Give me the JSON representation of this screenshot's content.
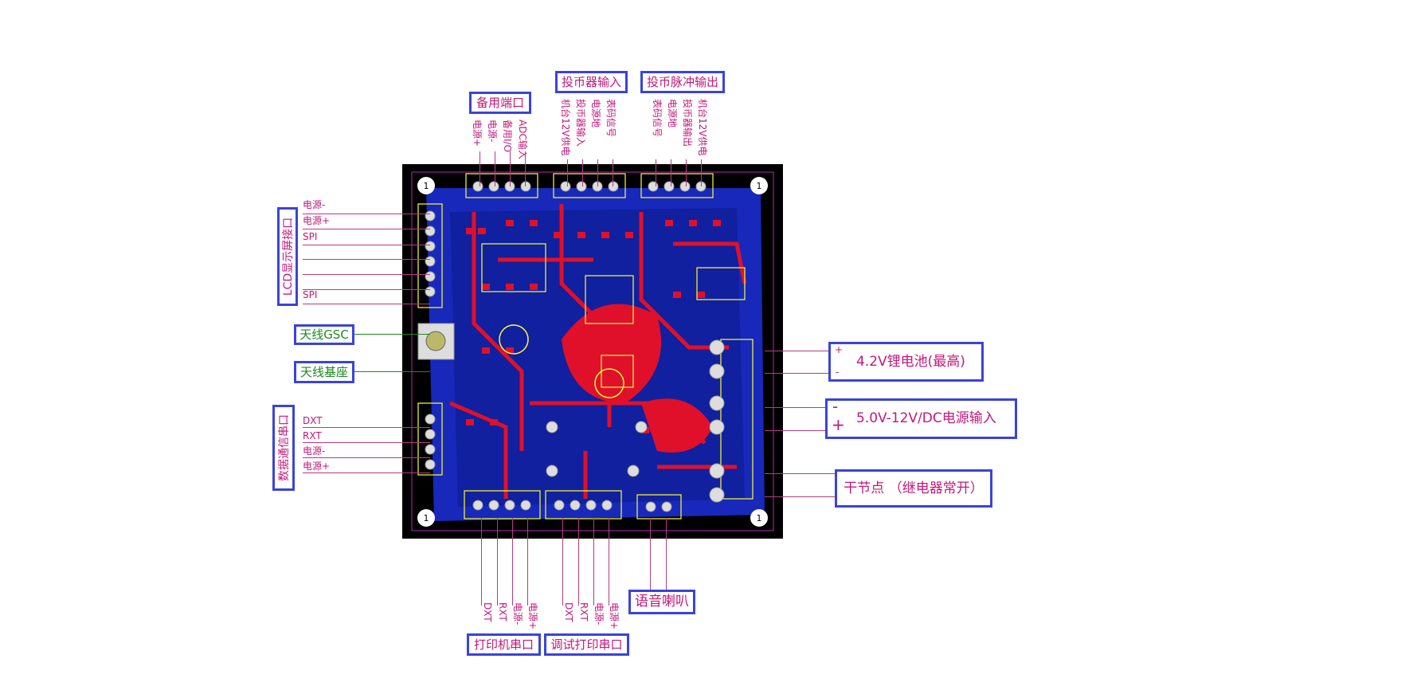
{
  "top_groups": {
    "spare_port": {
      "title": "备用端口",
      "pins": [
        "电源+",
        "电源-",
        "备用I/O",
        "ADC输入"
      ]
    },
    "coin_input": {
      "title": "投币器输入",
      "pins": [
        "机台12V供电",
        "投币器输入",
        "电源地",
        "表码信号"
      ]
    },
    "coin_pulse_output": {
      "title": "投币脉冲输出",
      "pins": [
        "表码信号",
        "电源地",
        "投币器输出",
        "机台12V供电"
      ]
    }
  },
  "left_groups": {
    "lcd_port": {
      "title": "LCD显示屏接口",
      "pins": [
        "电源-",
        "电源+",
        "SPI",
        "",
        "",
        "",
        "SPI"
      ]
    },
    "antenna_gsc": {
      "title": "天线GSC"
    },
    "antenna_base": {
      "title": "天线基座"
    },
    "data_serial": {
      "title": "数据通信串口",
      "pins": [
        "DXT",
        "RXT",
        "电源-",
        "电源+"
      ]
    }
  },
  "right_groups": {
    "battery": {
      "title": "4.2V锂电池(最高)",
      "plus": "+",
      "minus": "-"
    },
    "dc_input": {
      "title": "5.0V-12V/DC电源输入",
      "minus": "-",
      "plus": "+"
    },
    "dry_contact": {
      "title": "干节点  （继电器常开）"
    }
  },
  "bottom_groups": {
    "printer_serial": {
      "title": "打印机串口",
      "pins": [
        "DXT",
        "RXT",
        "电源-",
        "电源+"
      ]
    },
    "debug_print_serial": {
      "title": "调试打印串口",
      "pins": [
        "DXT",
        "RXT",
        "电源-",
        "电源+"
      ]
    },
    "speaker": {
      "title": "语音喇叭"
    }
  },
  "pcb": {
    "mount_hole_label": "1"
  },
  "colors": {
    "label_text": "#c2187a",
    "box_border": "#3a44d8",
    "antenna_text": "#1e8a1e",
    "board_bg": "#000000",
    "copper_top": "#e0102a",
    "copper_bottom": "#1a2ccf",
    "silkscreen": "#ffff33"
  }
}
